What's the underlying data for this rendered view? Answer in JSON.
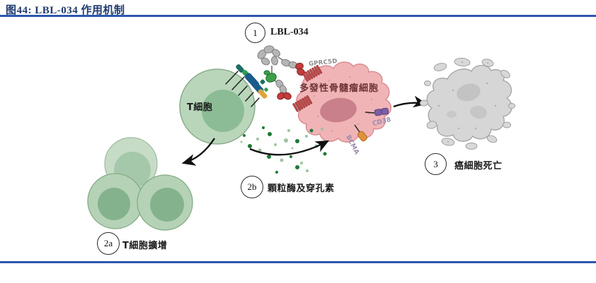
{
  "header": {
    "title": "图44: LBL-034 作用机制"
  },
  "figure": {
    "steps": [
      {
        "id": "1",
        "label": "LBL-034"
      },
      {
        "id": "2a",
        "label": "T細胞擴增"
      },
      {
        "id": "2b",
        "label": "顆粒酶及穿孔素"
      },
      {
        "id": "3",
        "label": "癌細胞死亡"
      }
    ],
    "cells": {
      "t_cell": "T細胞",
      "myeloma": "多發性骨髓瘤細胞"
    },
    "receptors": {
      "gprc5d": "GPRC5D",
      "cd38": "CD38",
      "bcma": "BCMA"
    }
  },
  "colors": {
    "title_text": "#1e3a6e",
    "rule_blue": "#2b57ae",
    "t_cell_body": "#b9d6ba",
    "t_cell_nucleus": "#8cbc95",
    "myeloma_body": "#f0b4b7",
    "myeloma_nucleus": "#c9808a",
    "myeloma_label": "#6d3434",
    "antibody_gray": "#b5b5b5",
    "antibody_red": "#c23c3c",
    "antibody_green": "#3f9e4a",
    "gprc5d_red": "#c15050",
    "cd38_purple": "#7b5ea7",
    "bcma_orange": "#e0913c",
    "granule_green": "#1f7a35",
    "granule_light": "#9cc49e",
    "dead_cell_gray": "#d6d6d6"
  }
}
